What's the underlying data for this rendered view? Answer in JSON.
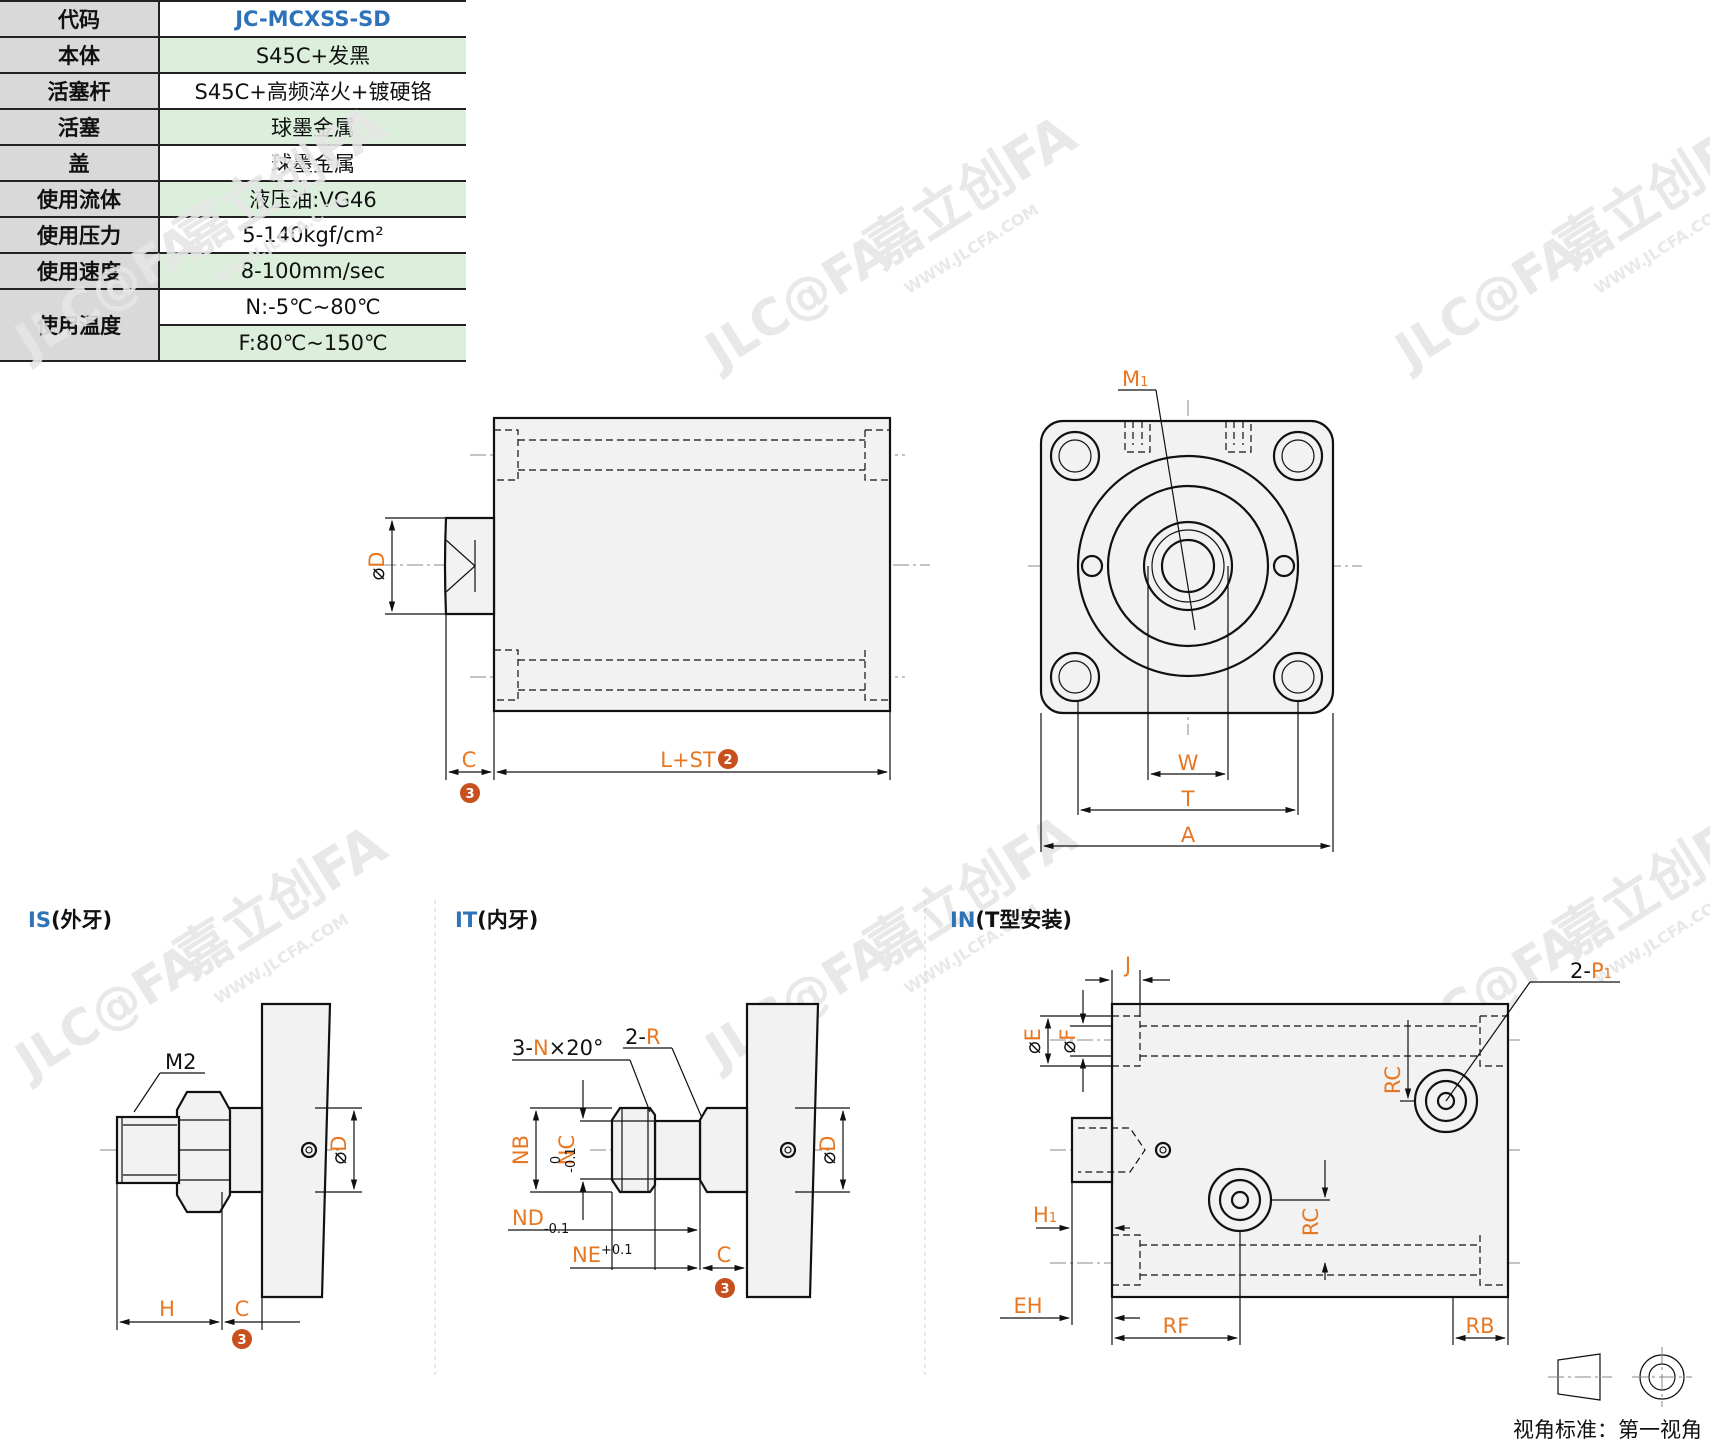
{
  "spec_table": {
    "code_label": "代码",
    "code_value": "JC-MCXSS-SD",
    "rows": [
      {
        "label": "本体",
        "value": "S45C+发黑"
      },
      {
        "label": "活塞杆",
        "value": "S45C+高频淬火+镀硬铬"
      },
      {
        "label": "活塞",
        "value": "球墨金属"
      },
      {
        "label": "盖",
        "value": "球墨金属"
      },
      {
        "label": "使用流体",
        "value": "液压油:VG46"
      },
      {
        "label": "使用压力",
        "value": "5-140kgf/cm²"
      },
      {
        "label": "使用速度",
        "value": "8-100mm/sec"
      }
    ],
    "temp_label": "使用温度",
    "temp_values": [
      "N:-5℃~80℃",
      "F:80℃~150℃"
    ]
  },
  "dimensions": {
    "D": "D",
    "C": "C",
    "L_ST": "L+ST",
    "M1": "M",
    "M1_sub": "1",
    "W": "W",
    "T": "T",
    "A": "A",
    "M2": "M2",
    "H": "H",
    "NB": "NB",
    "NC": "NC",
    "NC_tol": "0\n-0.1",
    "ND": "ND",
    "NE": "NE",
    "N_chamfer_pre": "3-",
    "N_chamfer": "N",
    "N_chamfer_post": "×20°",
    "R_pre": "2-",
    "R": "R",
    "J": "J",
    "E": "E",
    "F": "F",
    "RC": "RC",
    "H1": "H",
    "EH": "EH",
    "RF": "RF",
    "RB": "RB",
    "P1_pre": "2-",
    "P1": "P"
  },
  "badges": {
    "two": "2",
    "three": "3"
  },
  "sections": {
    "is_code": "IS",
    "is_name": "(外牙)",
    "it_code": "IT",
    "it_name": "(内牙)",
    "in_code": "IN",
    "in_name": "(T型安装)"
  },
  "view_standard": "视角标准：第一视角",
  "watermark": {
    "brand": "嘉立创FA",
    "logo": "JLC@FA",
    "url": "WWW.JLCFA.COM"
  },
  "colors": {
    "accent_orange": "#e87722",
    "accent_blue": "#2e73b8",
    "badge": "#c8501e",
    "table_green": "#dcefdc",
    "table_grey": "#d9d9d9"
  }
}
